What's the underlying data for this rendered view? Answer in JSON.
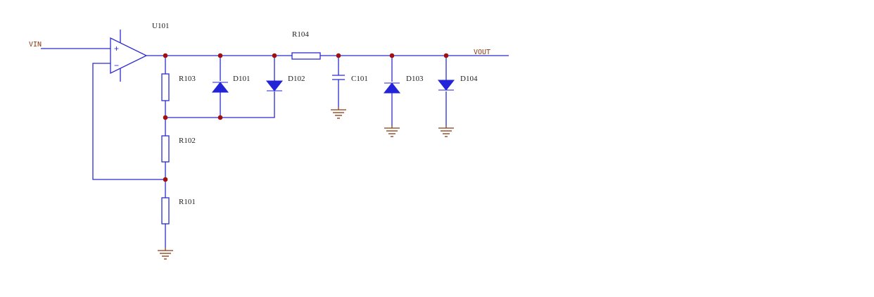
{
  "nets": {
    "vin": "VIN",
    "vout": "VOUT"
  },
  "opamp": {
    "ref": "U101",
    "plus": "+",
    "minus": "−"
  },
  "resistors": {
    "r101": "R101",
    "r102": "R102",
    "r103": "R103",
    "r104": "R104"
  },
  "capacitor": {
    "c101": "C101"
  },
  "diodes": {
    "d101": "D101",
    "d102": "D102",
    "d103": "D103",
    "d104": "D104"
  },
  "colors": {
    "wire": "#2b2bd0",
    "ground": "#8a3a10",
    "junction": "#a01010",
    "diode": "#2323d8"
  }
}
